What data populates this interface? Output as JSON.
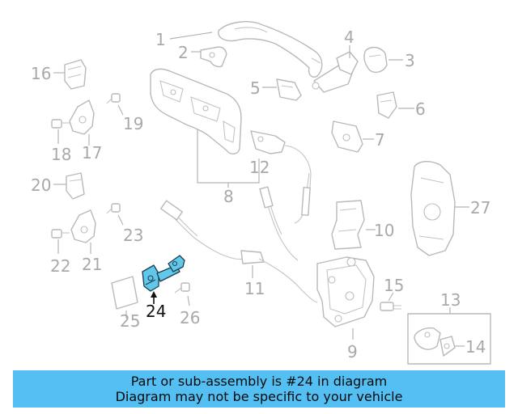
{
  "diagram": {
    "callouts": {
      "c1": "1",
      "c2": "2",
      "c3": "3",
      "c4": "4",
      "c5": "5",
      "c6": "6",
      "c7": "7",
      "c8": "8",
      "c9": "9",
      "c10": "10",
      "c11": "11",
      "c12": "12",
      "c13": "13",
      "c14": "14",
      "c15": "15",
      "c16": "16",
      "c17": "17",
      "c18": "18",
      "c19": "19",
      "c20": "20",
      "c21": "21",
      "c22": "22",
      "c23": "23",
      "c24": "24",
      "c25": "25",
      "c26": "26",
      "c27": "27"
    },
    "highlighted_part": "24",
    "highlight_color": "#62c8ea",
    "line_color": "#b9b9b9"
  },
  "banner": {
    "line1": "Part or sub-assembly is #24 in diagram",
    "line2": "Diagram may not be specific to your vehicle",
    "background": "#53bff3"
  }
}
